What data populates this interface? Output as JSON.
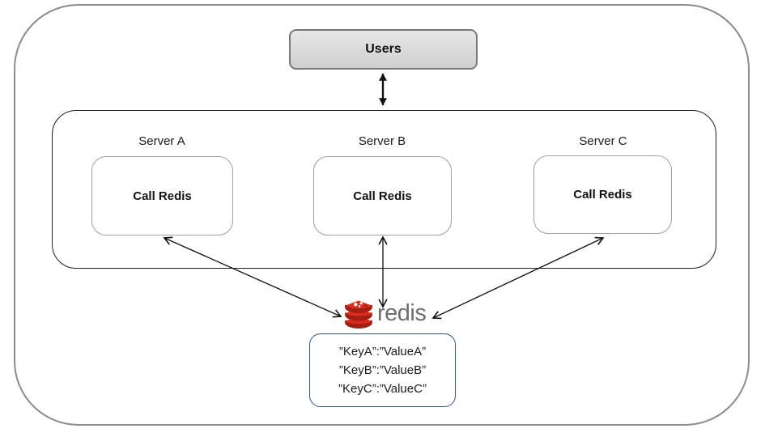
{
  "diagram": {
    "title_hint": "redis-shared-cache-architecture",
    "users_label": "Users",
    "servers": [
      {
        "label": "Server A",
        "action_label": "Call Redis"
      },
      {
        "label": "Server B",
        "action_label": "Call Redis"
      },
      {
        "label": "Server C",
        "action_label": "Call Redis"
      }
    ],
    "redis": {
      "icon": "redis-database-icon",
      "logo_text": "redis",
      "brand_red": "#D82C20",
      "brand_dark_red": "#A41E11",
      "logo_text_color": "#6F6F6F"
    },
    "kv_store": {
      "border_color": "#2F5496",
      "entries": [
        "”KeyA”:”ValueA”",
        "”KeyB”:”ValueB”",
        "”KeyC”:”ValueC”"
      ]
    },
    "connections": [
      "users-to-server-cluster-bidirectional",
      "server-a-to-redis-bidirectional",
      "server-b-to-redis-bidirectional",
      "server-c-to-redis-bidirectional"
    ]
  }
}
